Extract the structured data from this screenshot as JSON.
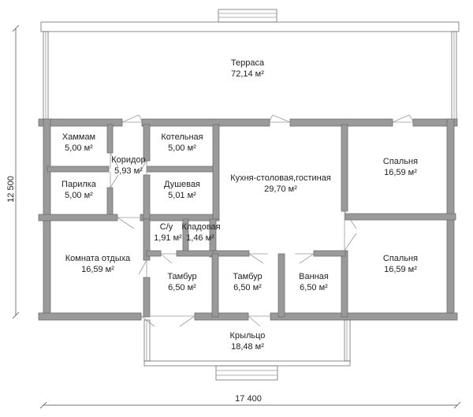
{
  "dimensions": {
    "width": "17 400",
    "height": "12 500"
  },
  "rooms": [
    {
      "id": "terrace",
      "name": "Терраса",
      "area": "72,14 м²"
    },
    {
      "id": "hammam",
      "name": "Хаммам",
      "area": "5,00 м²"
    },
    {
      "id": "boiler",
      "name": "Котельная",
      "area": "5,00 м²"
    },
    {
      "id": "corridor",
      "name": "Коридор",
      "area": "5,93 м²"
    },
    {
      "id": "sauna",
      "name": "Парилка",
      "area": "5,00 м²"
    },
    {
      "id": "shower",
      "name": "Душевая",
      "area": "5,01 м²"
    },
    {
      "id": "kitchen",
      "name": "Кухня-столовая,гостиная",
      "area": "29,70 м²"
    },
    {
      "id": "bedroom-top",
      "name": "Спальня",
      "area": "16,59 м²"
    },
    {
      "id": "bathroom-su",
      "name": "С/у",
      "area": "1,91 м²"
    },
    {
      "id": "storage",
      "name": "Кладовая",
      "area": "1,46 м²"
    },
    {
      "id": "rest-room",
      "name": "Комната отдыха",
      "area": "16,59 м²"
    },
    {
      "id": "vestibule-1",
      "name": "Тамбур",
      "area": "6,50 м²"
    },
    {
      "id": "vestibule-2",
      "name": "Тамбур",
      "area": "6,50 м²"
    },
    {
      "id": "bath",
      "name": "Ванная",
      "area": "6,50 м²"
    },
    {
      "id": "bedroom-bottom",
      "name": "Спальня",
      "area": "16,59 м²"
    },
    {
      "id": "porch",
      "name": "Крыльцо",
      "area": "18,48 м²"
    }
  ]
}
